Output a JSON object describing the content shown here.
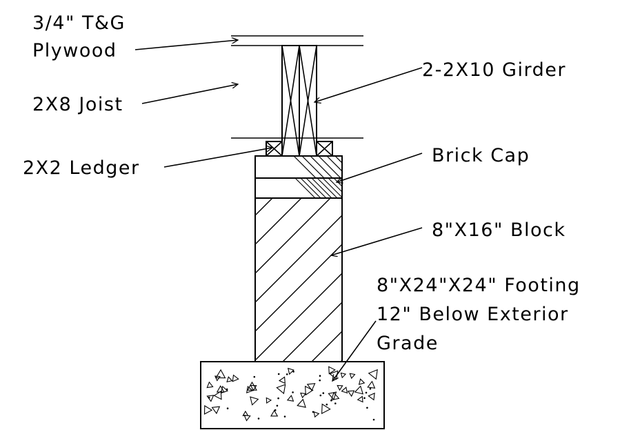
{
  "labels": {
    "plywood_line1": "3/4\" T&G",
    "plywood_line2": "Plywood",
    "joist": "2X8 Joist",
    "girder": "2-2X10 Girder",
    "ledger": "2X2 Ledger",
    "brick_cap": "Brick Cap",
    "block": "8\"X16\" Block",
    "footing_line1": "8\"X24\"X24\" Footing",
    "footing_line2": "12\" Below Exterior",
    "footing_line3": "Grade"
  },
  "colors": {
    "ink": "#000000",
    "paper": "#ffffff"
  }
}
